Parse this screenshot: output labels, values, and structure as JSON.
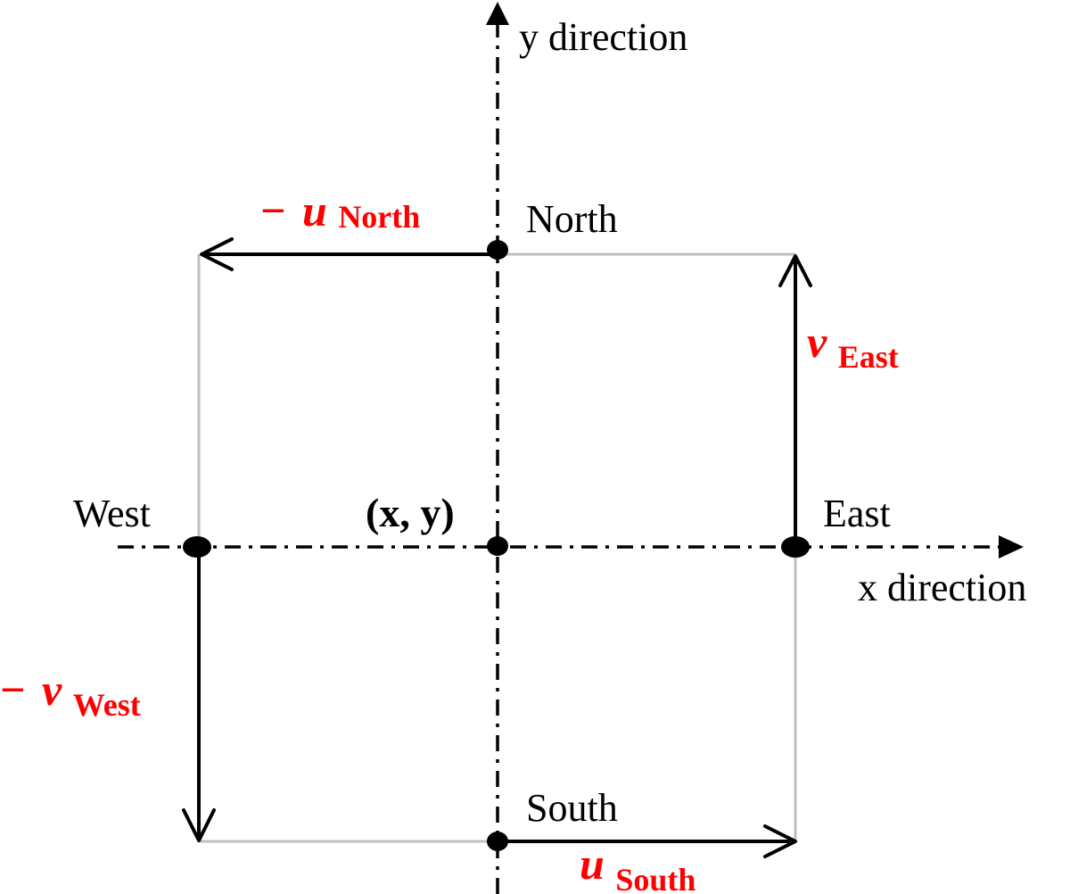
{
  "axes": {
    "y_label": "y direction",
    "x_label": "x direction"
  },
  "points": {
    "north": "North",
    "south": "South",
    "east": "East",
    "west": "West",
    "center": "(x, y)"
  },
  "vectors": {
    "north": {
      "sign": "−",
      "symbol": "u",
      "sub": "North"
    },
    "east": {
      "sign": "",
      "symbol": "v",
      "sub": "East"
    },
    "west": {
      "sign": "−",
      "symbol": "v",
      "sub": "West"
    },
    "south": {
      "sign": "",
      "symbol": "u",
      "sub": "South"
    }
  },
  "colors": {
    "axis": "#000000",
    "vector": "#000000",
    "cell_boundary": "#bfbfbf",
    "vector_label": "#ff0000"
  }
}
